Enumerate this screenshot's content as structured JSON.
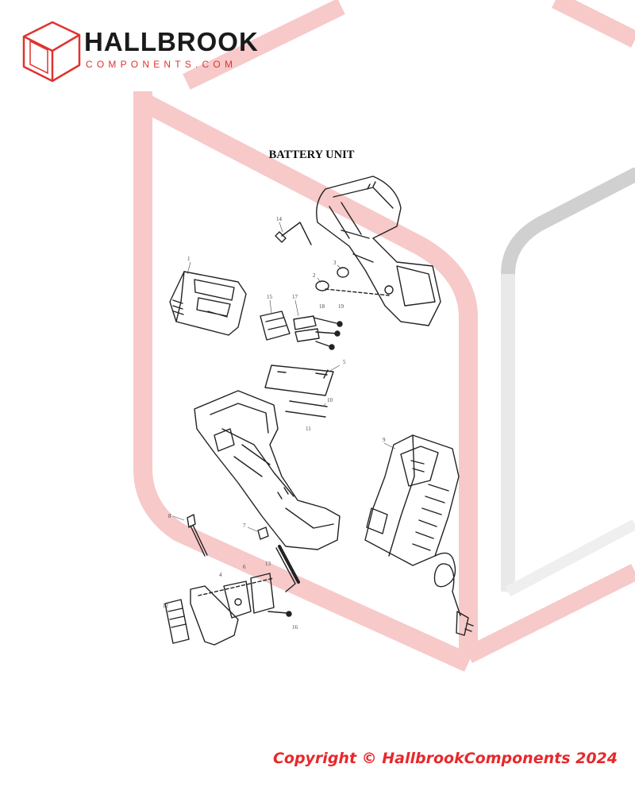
{
  "brand": {
    "name": "HALLBROOK",
    "tagline": "COMPONENTS.COM",
    "accent_color": "#e0332f",
    "logo_icon": "cube-logo-icon"
  },
  "diagram": {
    "title": "BATTERY UNIT",
    "callouts": [
      "1",
      "2",
      "3",
      "4",
      "5",
      "6",
      "7",
      "8",
      "9",
      "10",
      "11",
      "12",
      "13",
      "14",
      "15",
      "16",
      "17",
      "18",
      "19"
    ]
  },
  "footer": {
    "copyright": "Copyright  © HallbrookComponents 2024",
    "color": "#e8282b"
  },
  "watermark": {
    "primary_color": "#f7c9c9",
    "secondary_color": "#d0d0d0"
  }
}
